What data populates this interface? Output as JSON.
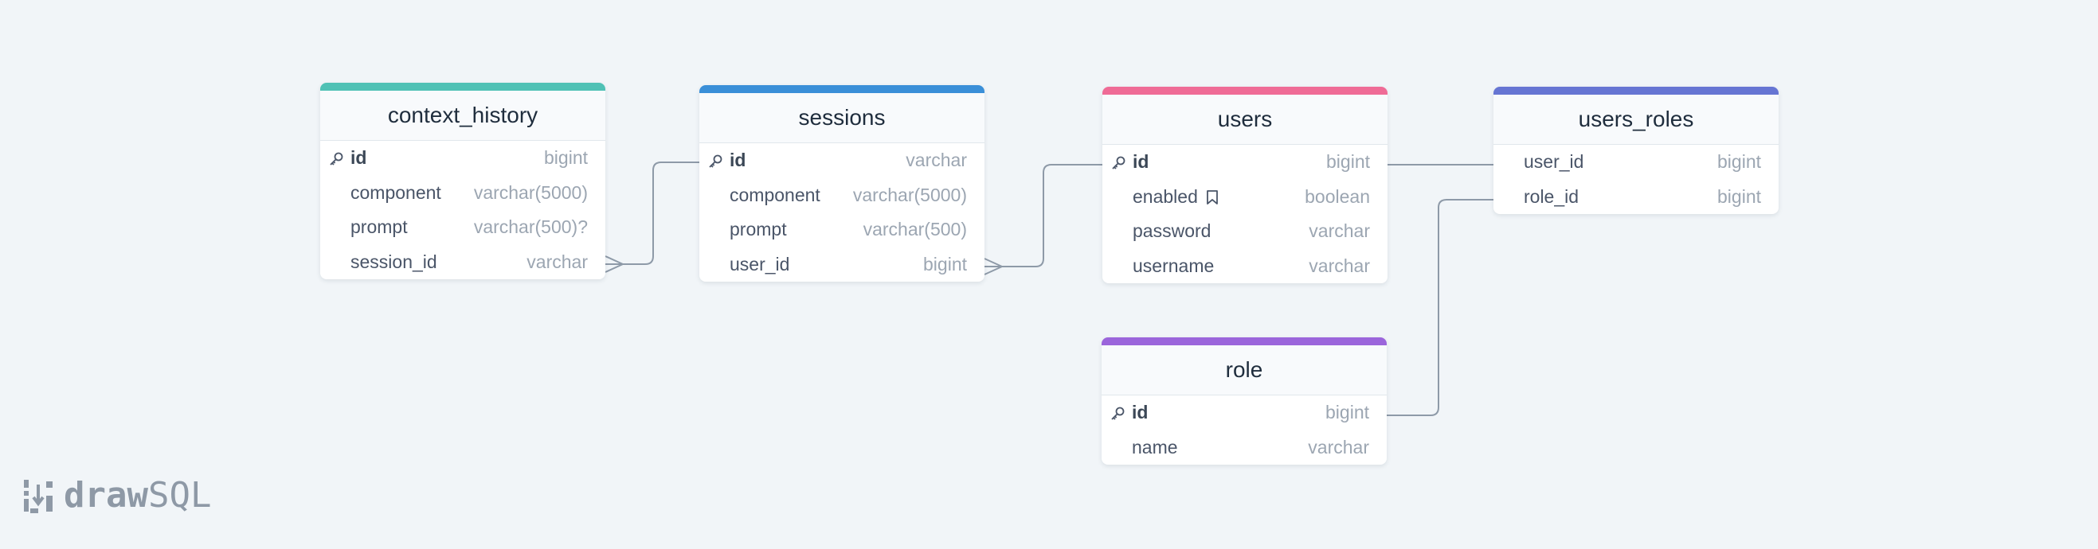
{
  "tables": {
    "context_history": {
      "name": "context_history",
      "color": "#4fc1b5",
      "columns": [
        {
          "name": "id",
          "type": "bigint",
          "pk": true
        },
        {
          "name": "component",
          "type": "varchar(5000)"
        },
        {
          "name": "prompt",
          "type": "varchar(500)?"
        },
        {
          "name": "session_id",
          "type": "varchar"
        }
      ]
    },
    "sessions": {
      "name": "sessions",
      "color": "#3a8fd8",
      "columns": [
        {
          "name": "id",
          "type": "varchar",
          "pk": true
        },
        {
          "name": "component",
          "type": "varchar(5000)"
        },
        {
          "name": "prompt",
          "type": "varchar(500)"
        },
        {
          "name": "user_id",
          "type": "bigint"
        }
      ]
    },
    "users": {
      "name": "users",
      "color": "#ef6b96",
      "columns": [
        {
          "name": "id",
          "type": "bigint",
          "pk": true
        },
        {
          "name": "enabled",
          "type": "boolean",
          "icon": "bookmark-icon"
        },
        {
          "name": "password",
          "type": "varchar"
        },
        {
          "name": "username",
          "type": "varchar"
        }
      ]
    },
    "users_roles": {
      "name": "users_roles",
      "color": "#6675d3",
      "columns": [
        {
          "name": "user_id",
          "type": "bigint"
        },
        {
          "name": "role_id",
          "type": "bigint"
        }
      ]
    },
    "role": {
      "name": "role",
      "color": "#9b65db",
      "columns": [
        {
          "name": "id",
          "type": "bigint",
          "pk": true
        },
        {
          "name": "name",
          "type": "varchar"
        }
      ]
    }
  },
  "relations": [
    {
      "from": "context_history.session_id",
      "to": "sessions.id",
      "cardinality": "many-to-one"
    },
    {
      "from": "sessions.user_id",
      "to": "users.id",
      "cardinality": "many-to-one"
    },
    {
      "from": "users.id",
      "to": "users_roles.user_id",
      "cardinality": "one-to-one"
    },
    {
      "from": "role.id",
      "to": "users_roles.role_id",
      "cardinality": "one-to-one"
    }
  ],
  "logo": {
    "draw": "draw",
    "sql": "SQL"
  },
  "colors": {
    "connector": "#8e9aa8",
    "background": "#f1f5f8"
  }
}
